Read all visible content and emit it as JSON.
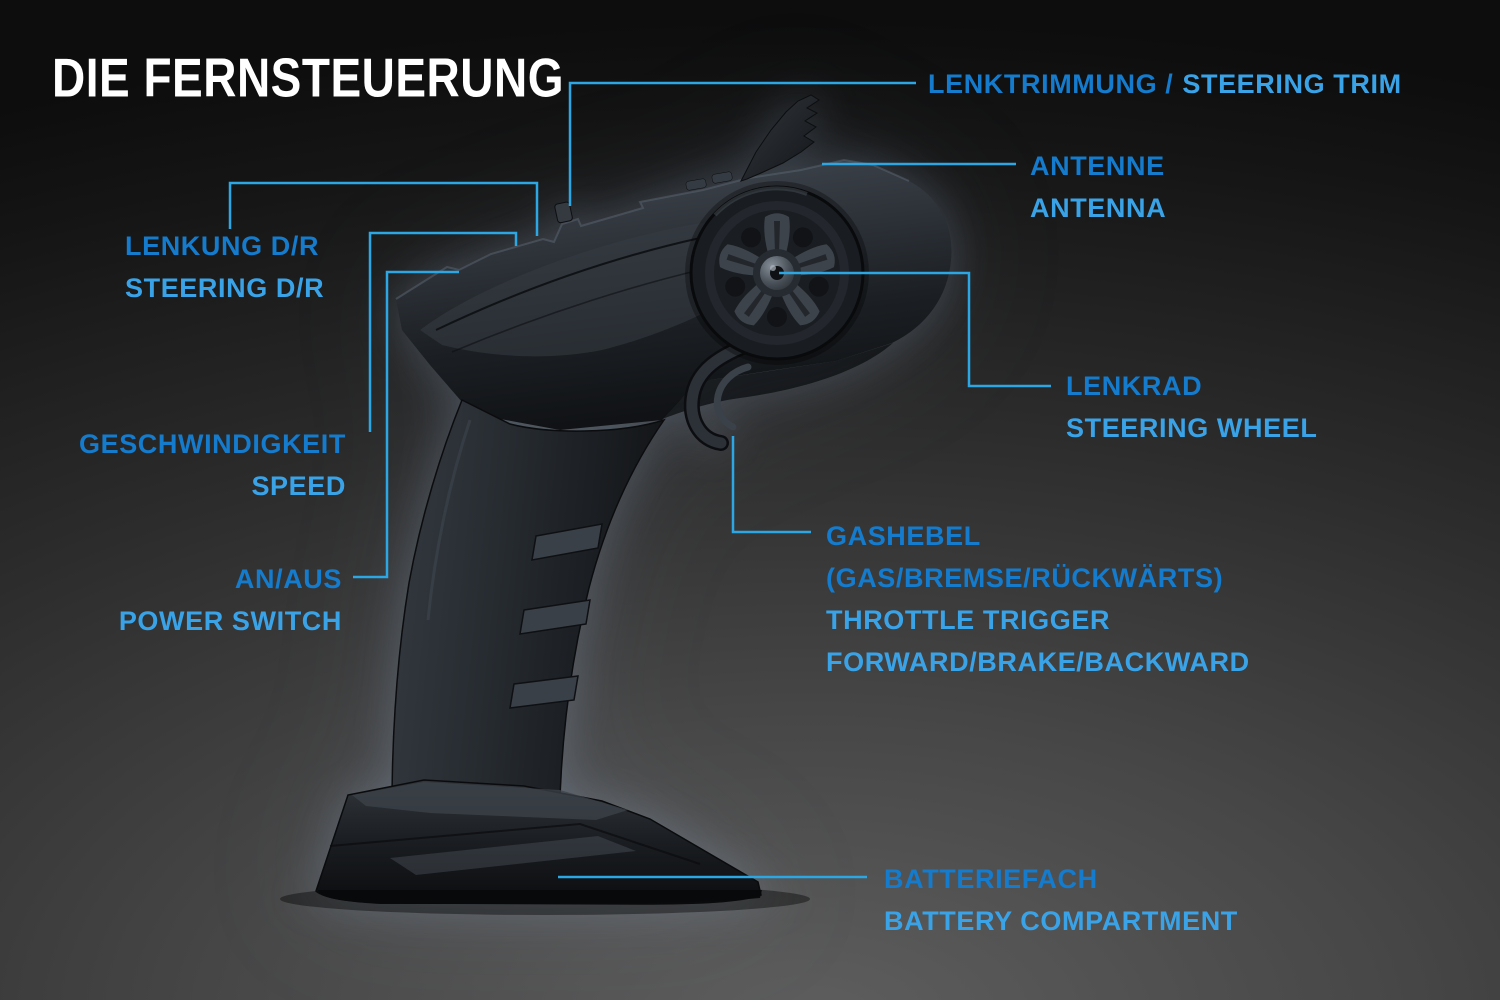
{
  "title": "DIE FERNSTEUERUNG",
  "colors": {
    "german_label": "#147bcd",
    "english_label": "#3aa3e8",
    "leader_line": "#2da6e4",
    "title_text": "#ffffff"
  },
  "labels": {
    "steering_trim": {
      "de": "LENKTRIMMUNG /",
      "en": "STEERING TRIM"
    },
    "antenna": {
      "de": "ANTENNE",
      "en": "ANTENNA"
    },
    "steering_dr": {
      "de": "LENKUNG D/R",
      "en": "STEERING D/R"
    },
    "speed": {
      "de": "GESCHWINDIGKEIT",
      "en": "SPEED"
    },
    "power_switch": {
      "de": "AN/AUS",
      "en": "POWER SWITCH"
    },
    "steering_wheel": {
      "de": "LENKRAD",
      "en": "STEERING WHEEL"
    },
    "throttle_trigger": {
      "de_line1": "GASHEBEL",
      "de_line2": "(GAS/BREMSE/RÜCKWÄRTS)",
      "en_line1": "THROTTLE TRIGGER",
      "en_line2": "FORWARD/BRAKE/BACKWARD"
    },
    "battery": {
      "de": "BATTERIEFACH",
      "en": "BATTERY COMPARTMENT"
    }
  },
  "illustration": {
    "name": "rc-pistol-grip-transmitter"
  }
}
